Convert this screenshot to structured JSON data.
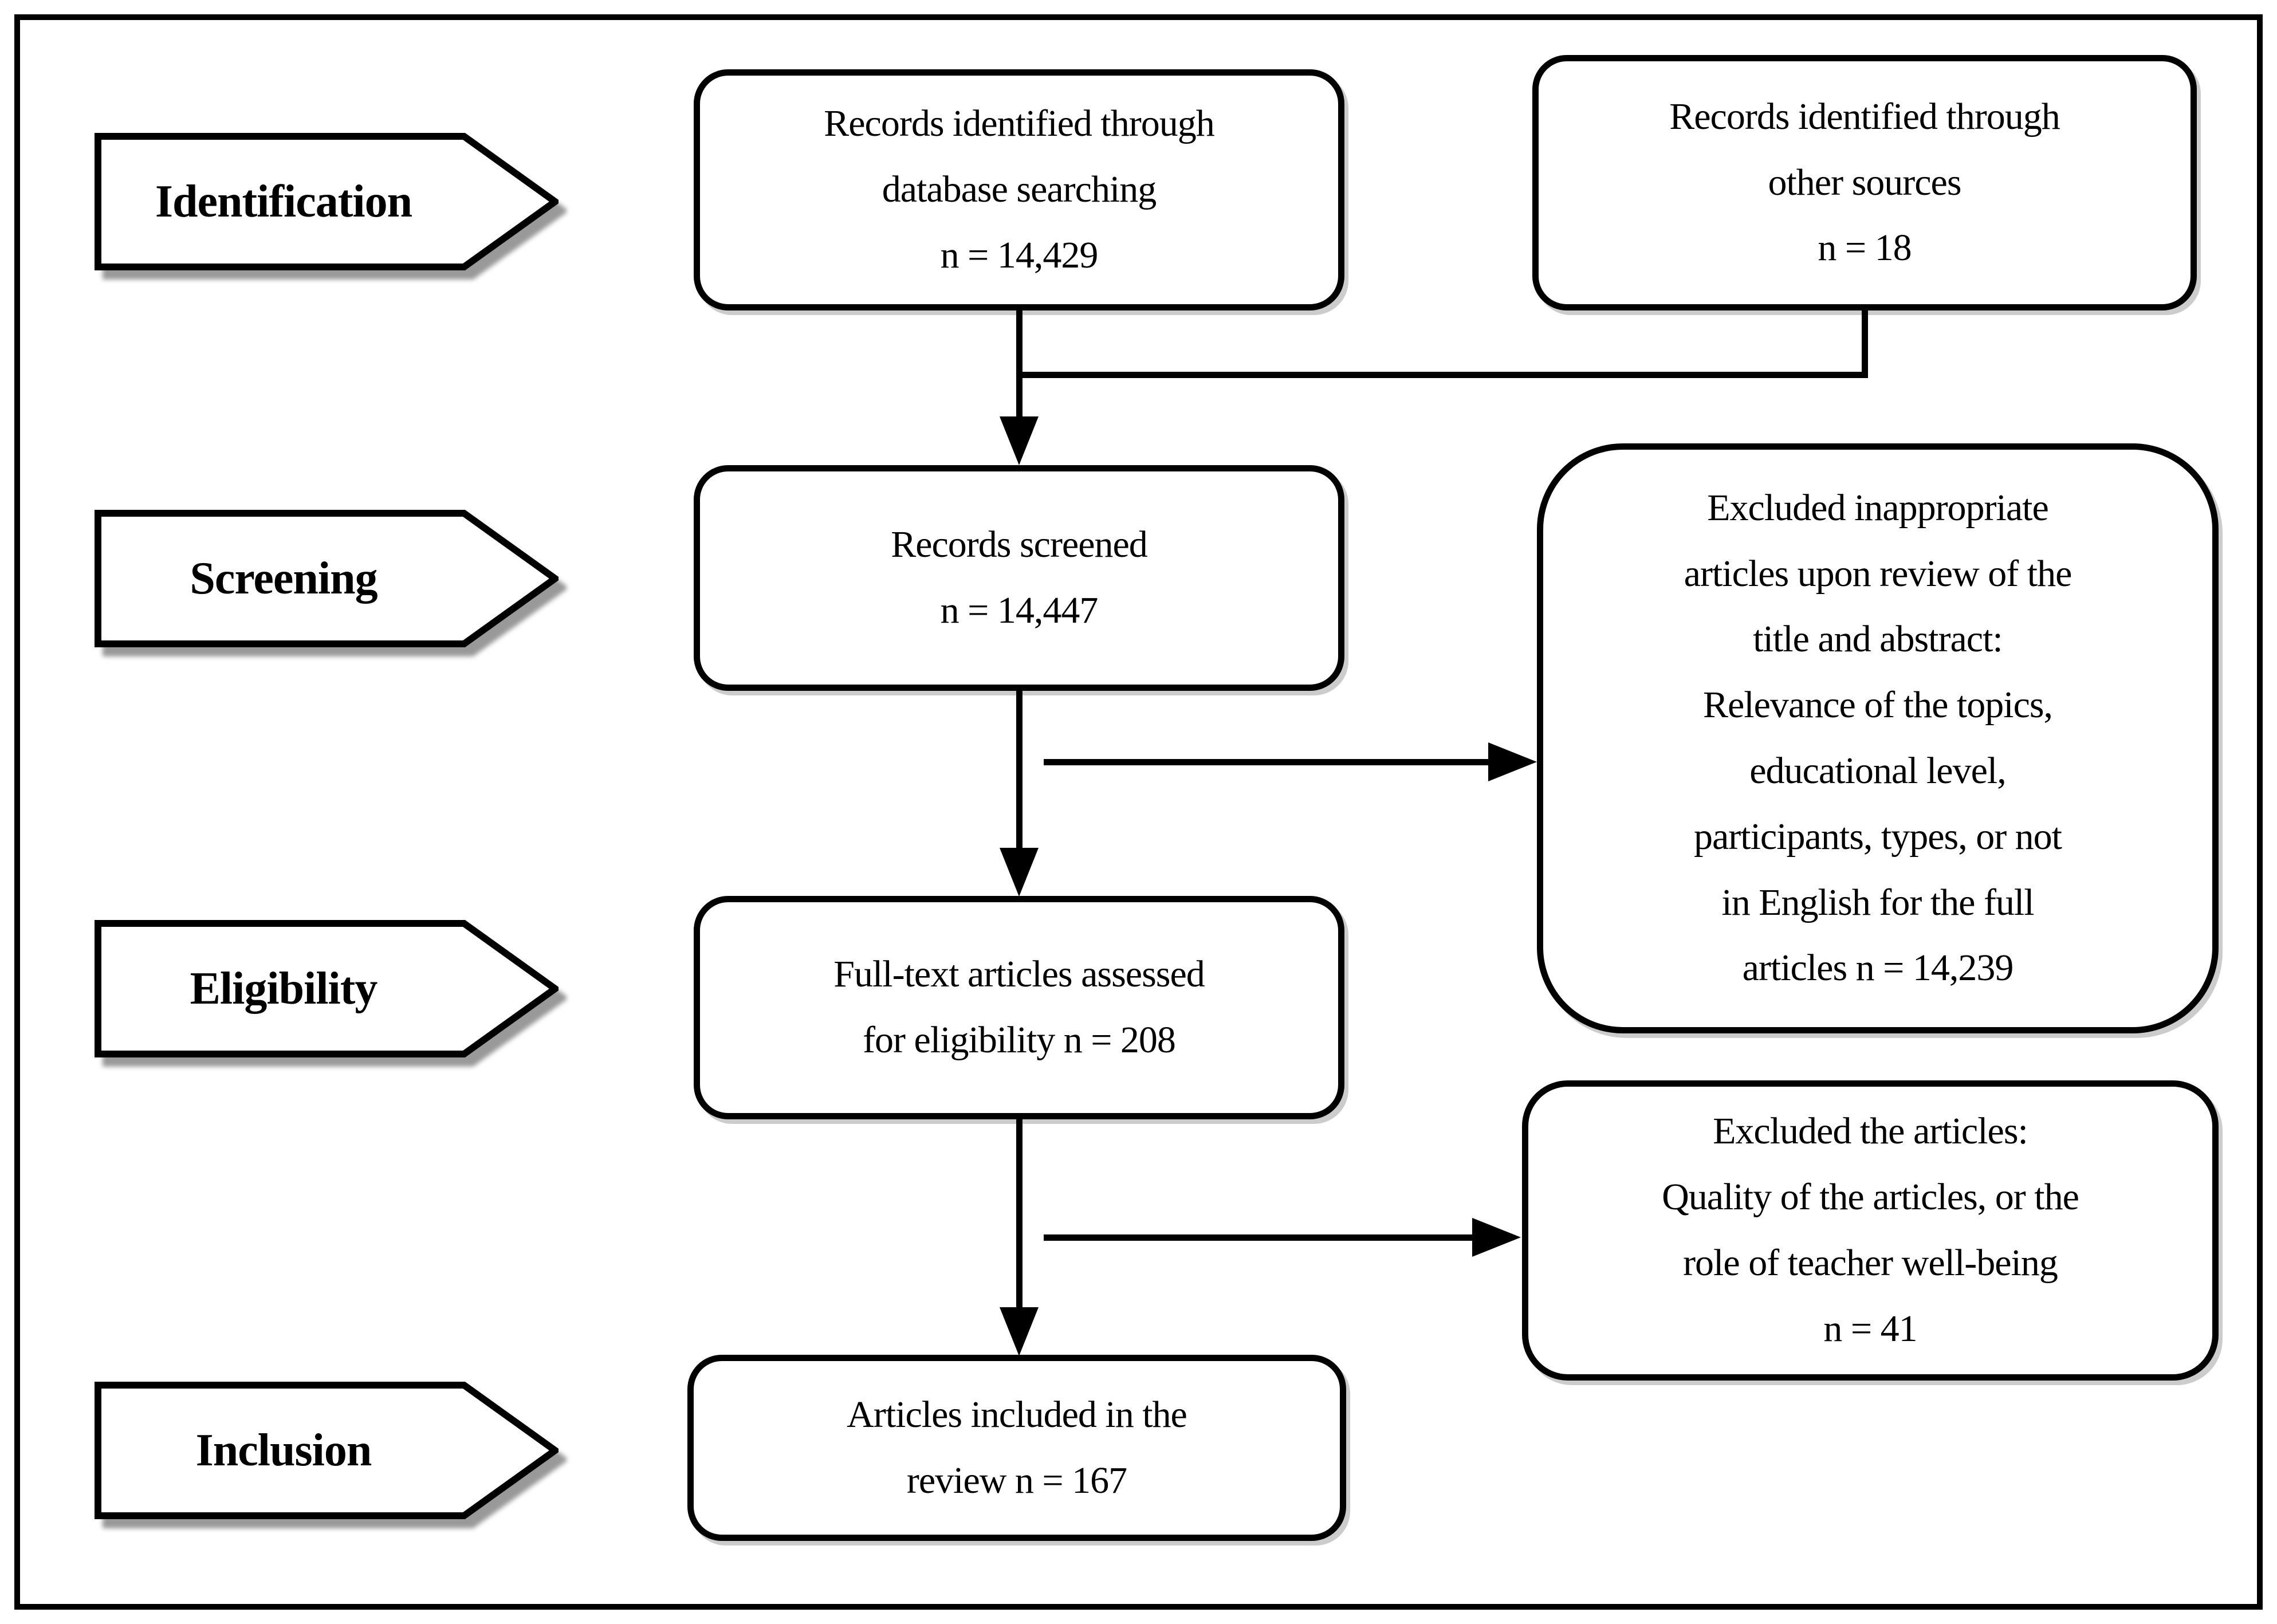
{
  "figure": {
    "type": "PRISMA flow diagram",
    "stages": [
      {
        "label": "Identification"
      },
      {
        "label": "Screening"
      },
      {
        "label": "Eligibility"
      },
      {
        "label": "Inclusion"
      }
    ],
    "main_flow": [
      {
        "id": "records-database",
        "lines": [
          "Records identified through",
          "database searching",
          "n = 14,429"
        ]
      },
      {
        "id": "records-screened",
        "lines": [
          "Records screened",
          "n = 14,447"
        ]
      },
      {
        "id": "fulltext-assessed",
        "lines": [
          "Full-text articles assessed",
          "for eligibility n = 208"
        ]
      },
      {
        "id": "articles-included",
        "lines": [
          "Articles included in the",
          "review n = 167"
        ]
      }
    ],
    "side_flow": [
      {
        "id": "records-other",
        "lines": [
          "Records identified through",
          "other sources",
          "n = 18"
        ]
      },
      {
        "id": "excluded-screening",
        "lines": [
          "Excluded inappropriate",
          "articles upon review of the",
          "title and abstract:",
          "Relevance of the topics,",
          "educational level,",
          "participants, types, or not",
          "in English for the full",
          "articles n = 14,239"
        ]
      },
      {
        "id": "excluded-fulltext",
        "lines": [
          "Excluded the articles:",
          "Quality of the articles, or the",
          "role of teacher well-being",
          "n = 41"
        ]
      }
    ],
    "colors": {
      "ink": "#000000",
      "fill": "#ffffff",
      "background": "#ffffff"
    }
  }
}
